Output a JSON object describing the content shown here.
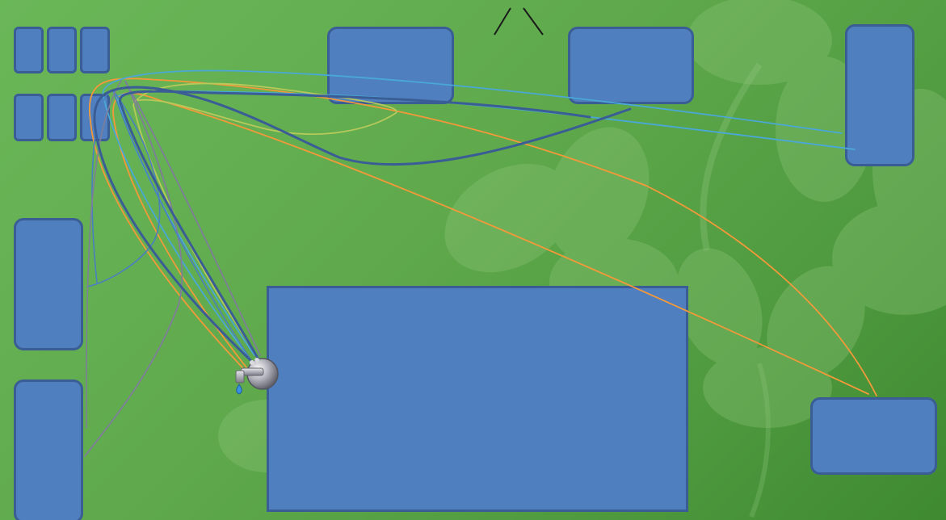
{
  "colors": {
    "block_fill": "#4f7fbf",
    "block_border": "#3a5d96",
    "background": "#5fa94c",
    "shamrock": "#8cc27a"
  },
  "icons": {
    "faucet": "faucet-icon",
    "water_drop": "water-drop-icon",
    "shamrock": "shamrock-decoration"
  },
  "hoses": [
    {
      "name": "hose-dark-blue-1",
      "color": "#3a5d96"
    },
    {
      "name": "hose-dark-blue-2",
      "color": "#3a5d96"
    },
    {
      "name": "hose-light-blue-1",
      "color": "#4aa8d6"
    },
    {
      "name": "hose-light-blue-2",
      "color": "#4aa8d6"
    },
    {
      "name": "hose-orange-1",
      "color": "#f3993a"
    },
    {
      "name": "hose-orange-2",
      "color": "#f3993a"
    },
    {
      "name": "hose-yellow-green",
      "color": "#b6c95a"
    },
    {
      "name": "hose-gray",
      "color": "#7e7e9a"
    }
  ]
}
